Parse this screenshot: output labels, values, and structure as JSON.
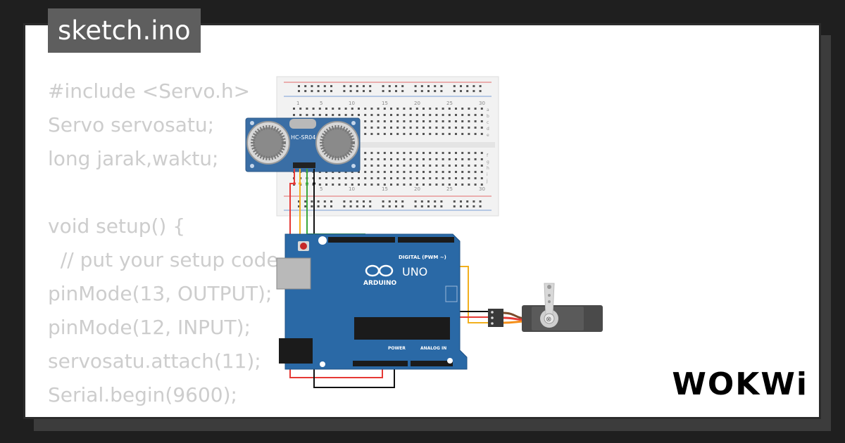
{
  "window": {
    "tab_title": "sketch.ino"
  },
  "code": {
    "lines": [
      "#include <Servo.h>",
      "Servo servosatu;",
      "long jarak,waktu;",
      "",
      "void setup() {",
      "  // put your setup code here, to run once:",
      "pinMode(13, OUTPUT);",
      "pinMode(12, INPUT);",
      "servosatu.attach(11);",
      "Serial.begin(9600);",
      "}"
    ]
  },
  "circuit": {
    "sensor_label": "HC-SR04",
    "board_brand": "ARDUINO",
    "board_model": "UNO",
    "digital_header_label": "DIGITAL (PWM ~)",
    "power_label": "POWER",
    "analog_label": "ANALOG IN",
    "breadboard_row_numbers": [
      "1",
      "5",
      "10",
      "15",
      "20",
      "25",
      "30"
    ],
    "breadboard_row_letters_top": [
      "a",
      "b",
      "c",
      "d",
      "e"
    ],
    "breadboard_row_letters_bottom": [
      "f",
      "g",
      "h",
      "i",
      "j"
    ]
  },
  "branding": {
    "logo_text": "WOKWi"
  },
  "colors": {
    "background": "#1f1f1f",
    "code_text": "#cdcdcd",
    "board_blue": "#2a69a6",
    "wire_red": "#e53935",
    "wire_black": "#111111",
    "wire_yellow": "#f2b01e",
    "wire_green": "#3ca83c",
    "breadboard": "#f2f2f2"
  }
}
